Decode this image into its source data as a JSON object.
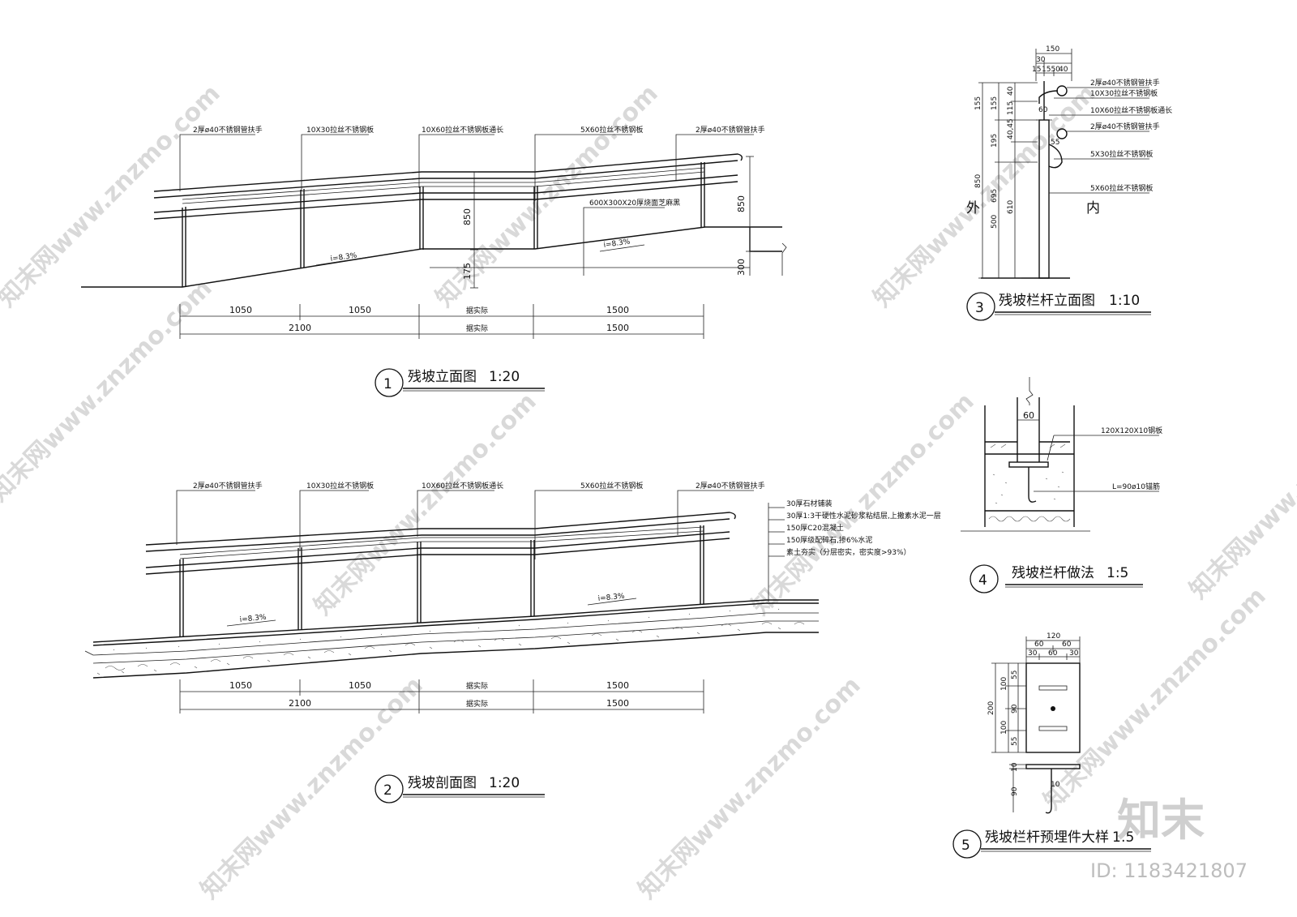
{
  "watermark": {
    "site": "知末网www.znzmo.com",
    "brand": "知末",
    "id": "ID: 1183421807"
  },
  "view1": {
    "number": "1",
    "title": "残坡立面图",
    "scale": "1:20",
    "labels": [
      "2厚ø40不锈钢管扶手",
      "10X30拉丝不锈钢板",
      "10X60拉丝不锈钢板通长",
      "5X60拉丝不锈钢板",
      "2厚ø40不锈钢管扶手"
    ],
    "paving": "600X300X20厚烧面芝麻黑",
    "slope": "i=8.3%",
    "dims": {
      "h850": "850",
      "h175": "175",
      "h300": "300"
    },
    "row1": [
      "1050",
      "1050",
      "据实际",
      "1500"
    ],
    "row2": [
      "2100",
      "据实际",
      "1500"
    ]
  },
  "view2": {
    "number": "2",
    "title": "残坡剖面图",
    "scale": "1:20",
    "labels": [
      "2厚ø40不锈钢管扶手",
      "10X30拉丝不锈钢板",
      "10X60拉丝不锈钢板通长",
      "5X60拉丝不锈钢板",
      "2厚ø40不锈钢管扶手"
    ],
    "layers": [
      "30厚石材铺装",
      "30厚1:3干硬性水泥砂浆粘结层,上撒素水泥一层",
      "150厚C20混凝土",
      "150厚级配碎石,掺6%水泥",
      "素土夯实（分层密实，密实度>93%）"
    ],
    "slope": "i=8.3%",
    "row1": [
      "1050",
      "1050",
      "据实际",
      "1500"
    ],
    "row2": [
      "2100",
      "据实际",
      "1500"
    ]
  },
  "view3": {
    "number": "3",
    "title": "残坡栏杆立面图",
    "scale": "1:10",
    "labels": [
      "2厚ø40不锈钢管扶手",
      "10X30拉丝不锈钢板",
      "10X60拉丝不锈钢板通长",
      "2厚ø40不锈钢管扶手",
      "5X30拉丝不锈钢板",
      "5X60拉丝不锈钢板"
    ],
    "outside": "外",
    "inside": "内",
    "top": [
      "150",
      "30",
      "15",
      "1550",
      "40"
    ],
    "left_outer": [
      "155",
      "850"
    ],
    "left_mid": [
      "155",
      "195",
      "695",
      "500"
    ],
    "left_inner": [
      "40",
      "115",
      "40,45",
      "610"
    ],
    "side": [
      "60",
      "55"
    ]
  },
  "view4": {
    "number": "4",
    "title": "残坡栏杆做法",
    "scale": "1:5",
    "labels": [
      "120X120X10钢板",
      "L=90ø10锚筋"
    ],
    "width": "60"
  },
  "view5": {
    "number": "5",
    "title": "残坡栏杆预埋件大样",
    "scale": "1:5",
    "top": [
      "120",
      "60",
      "60",
      "30",
      "60",
      "30"
    ],
    "left_outer": "200",
    "left": [
      "55",
      "100",
      "90",
      "100",
      "55"
    ],
    "bottom": [
      "10",
      "90"
    ],
    "rebar": "10"
  }
}
